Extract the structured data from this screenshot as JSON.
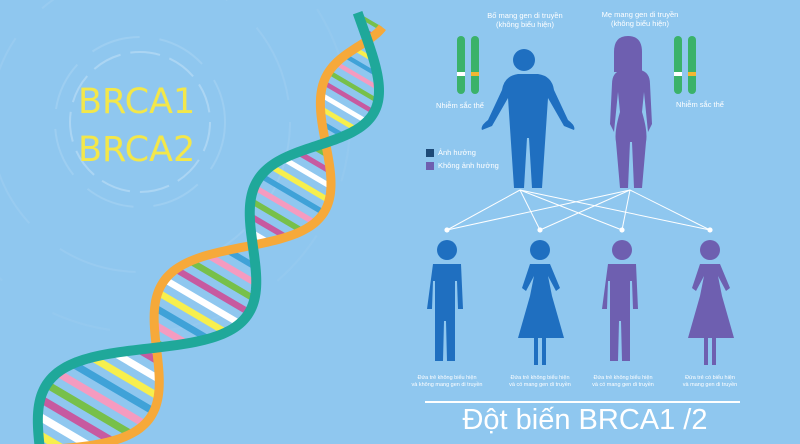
{
  "left": {
    "gene1": "BRCA1",
    "gene2": "BRCA2"
  },
  "parents": {
    "father": "Bố mang gen di truyền\n(không biểu hiện)",
    "mother": "Mẹ mang gen di truyền\n(không biểu hiện)",
    "chromosome_label": "Nhiễm sắc thể"
  },
  "legend": [
    {
      "label": "Ảnh hưởng",
      "color": "#1d4a78"
    },
    {
      "label": "Không ảnh hưởng",
      "color": "#6e5fb0"
    }
  ],
  "children": [
    {
      "label": "Đứa trẻ không biểu hiện\nvà không mang gen di truyền",
      "color": "#1f6fc0"
    },
    {
      "label": "Đứa trẻ không biểu hiện\nvà có mang gen di truyền",
      "color": "#1f6fc0"
    },
    {
      "label": "Đứa trẻ không biểu hiện\nvà có mang gen di truyền",
      "color": "#6e5fb0"
    },
    {
      "label": "Đứa trẻ có biểu hiện\nvà mang gen di truyền",
      "color": "#6e5fb0"
    }
  ],
  "title": "Đột biến BRCA1 /2",
  "colors": {
    "background": "#8fc7ef",
    "father": "#1f6fc0",
    "mother": "#6e5fb0",
    "chromosome": "#3bb26a",
    "gene_text": "#f3e74a"
  }
}
